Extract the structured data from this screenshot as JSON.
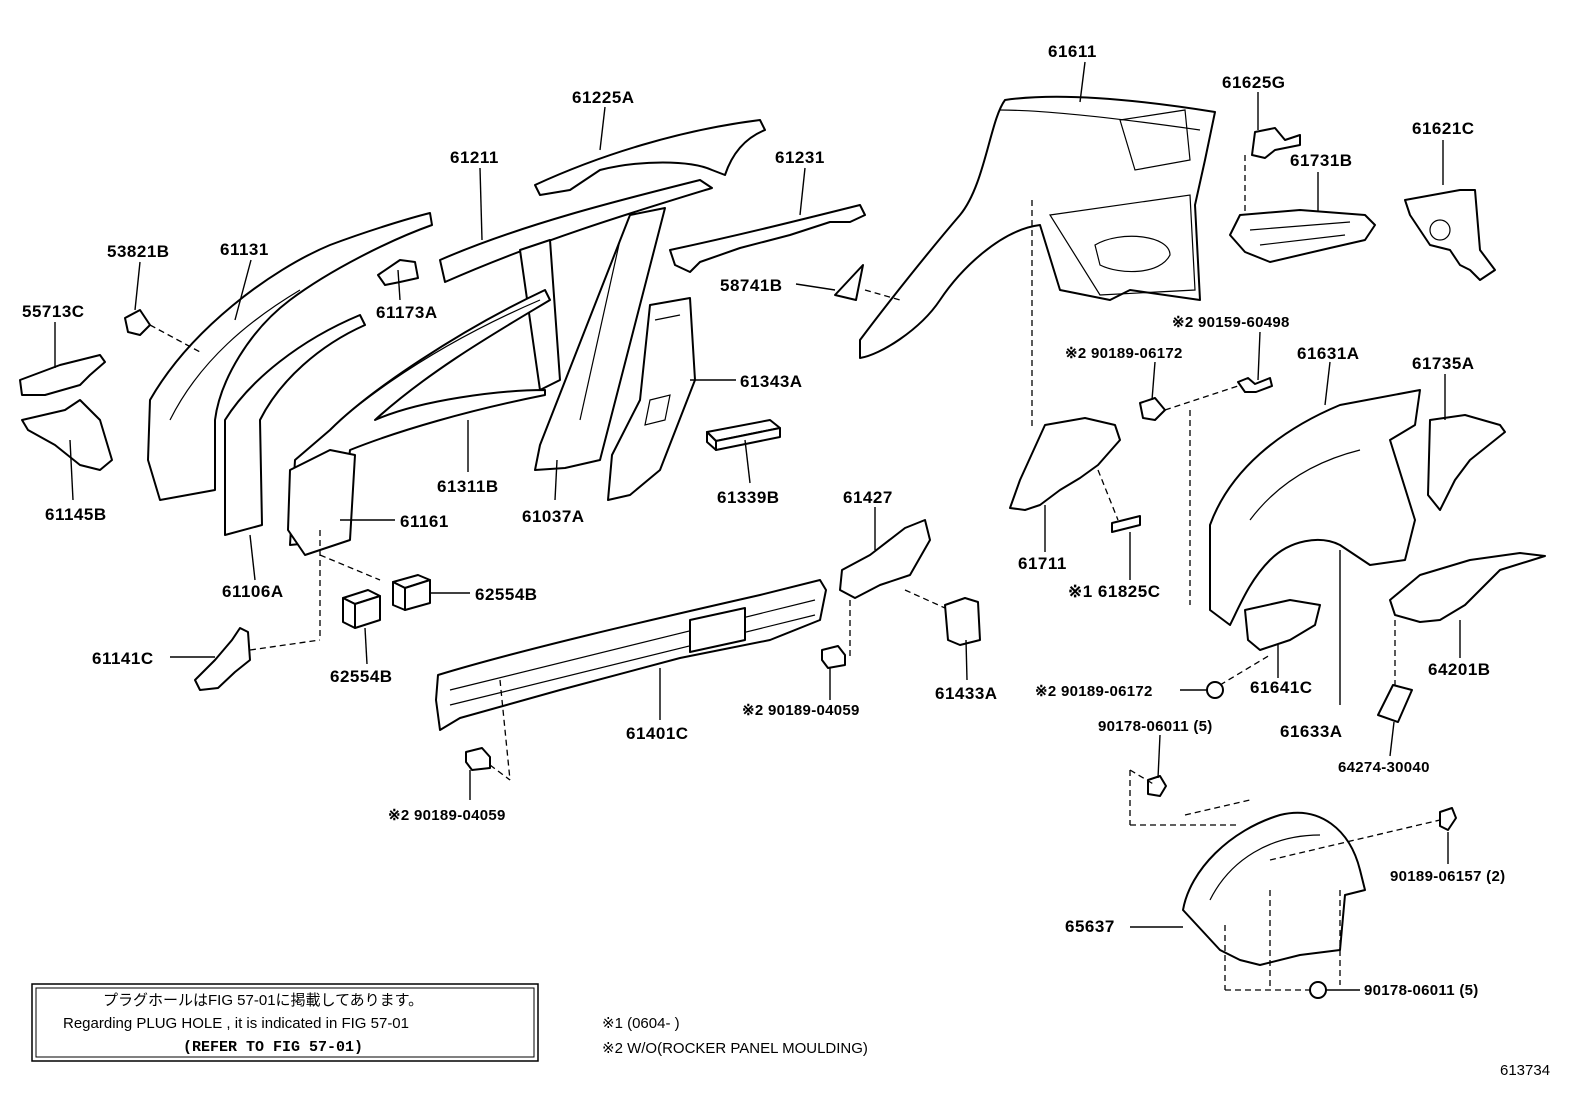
{
  "labels": {
    "p61611": "61611",
    "p61625G": "61625G",
    "p61621C": "61621C",
    "p61731B": "61731B",
    "p61225A": "61225A",
    "p61211": "61211",
    "p61231": "61231",
    "p61131": "61131",
    "p53821B": "53821B",
    "p55713C": "55713C",
    "p61173A": "61173A",
    "p58741B": "58741B",
    "p61343A": "61343A",
    "p61145B": "61145B",
    "p61311B": "61311B",
    "p61037A": "61037A",
    "p61339B": "61339B",
    "p61161": "61161",
    "p61106A": "61106A",
    "p62554B_a": "62554B",
    "p62554B_b": "62554B",
    "p61141C": "61141C",
    "p61427": "61427",
    "p61433A": "61433A",
    "p61401C": "61401C",
    "p90189_04059_a": "※2 90189-04059",
    "p90189_04059_b": "※2 90189-04059",
    "p90159_60498": "※2 90159-60498",
    "p90189_06172_a": "※2 90189-06172",
    "p90189_06172_b": "※2 90189-06172",
    "p61631A": "61631A",
    "p61735A": "61735A",
    "p61711": "61711",
    "p61825C": "※1 61825C",
    "p61641C": "61641C",
    "p61633A": "61633A",
    "p64201B": "64201B",
    "p90178_06011_a": "90178-06011 (5)",
    "p90178_06011_b": "90178-06011 (5)",
    "p64274_30040": "64274-30040",
    "p90189_06157": "90189-06157 (2)",
    "p65637": "65637"
  },
  "notebox": {
    "line1": "プラグホールはFIG 57-01に掲載してあります。",
    "line2": "Regarding  PLUG  HOLE , it is indicated in FIG  57-01",
    "line3": "(REFER TO FIG 57-01)"
  },
  "footnotes": {
    "n1": "※1 (0604-        )",
    "n2": "※2 W/O(ROCKER PANEL MOULDING)"
  },
  "figure_id": "613734"
}
